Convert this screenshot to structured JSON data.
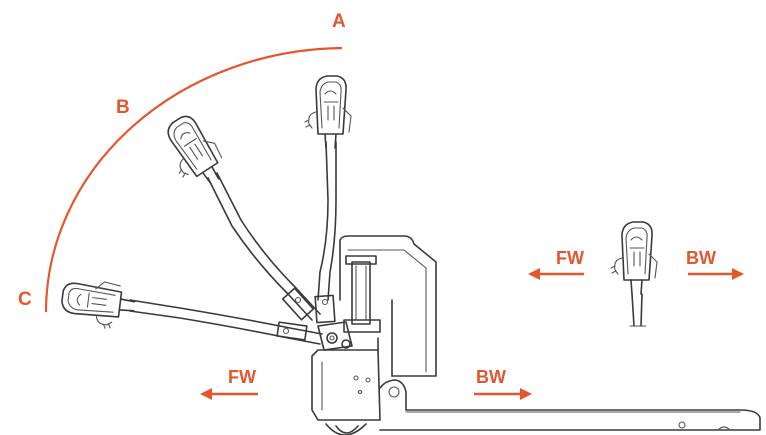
{
  "accent_color": "#e4572e",
  "positions": {
    "a": "A",
    "b": "B",
    "c": "C"
  },
  "directions": {
    "fw_left": "FW",
    "bw_left": "BW",
    "fw_right": "FW",
    "bw_right": "BW"
  },
  "icons": [
    "tiller-handle-icon",
    "pallet-truck-icon",
    "arrow-left-icon",
    "arrow-right-icon"
  ]
}
